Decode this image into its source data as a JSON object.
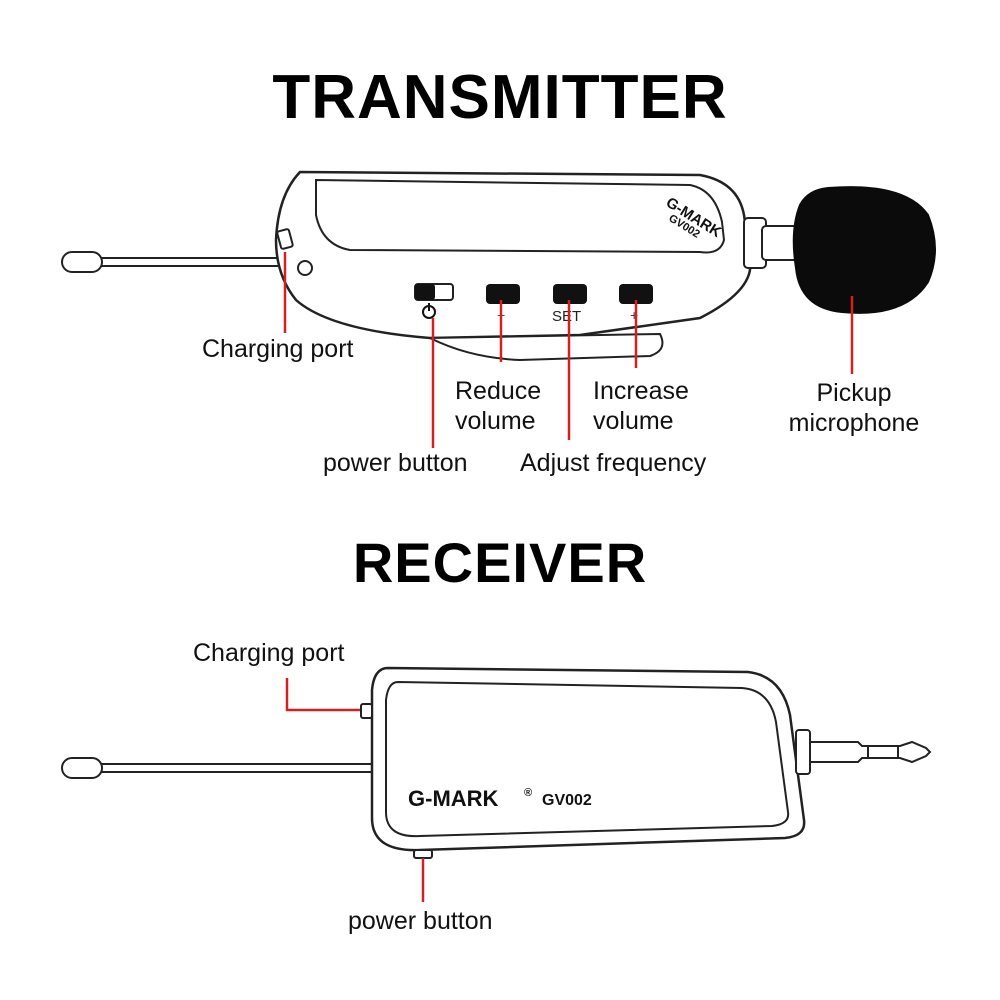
{
  "transmitter": {
    "title": "TRANSMITTER",
    "brand": "G-MARK",
    "model": "GV002",
    "button_marks": {
      "minus": "−",
      "set": "SET",
      "plus": "+"
    },
    "labels": {
      "charging_port": "Charging port",
      "reduce_volume": [
        "Reduce",
        "volume"
      ],
      "increase_volume": [
        "Increase",
        "volume"
      ],
      "pickup_microphone": [
        "Pickup",
        "microphone"
      ],
      "power_button": "power button",
      "adjust_frequency": "Adjust frequency"
    }
  },
  "receiver": {
    "title": "RECEIVER",
    "brand": "G-MARK",
    "brand_mark": "®",
    "model": "GV002",
    "labels": {
      "charging_port": "Charging port",
      "power_button": "power button"
    }
  },
  "colors": {
    "leader_line": "#d42020",
    "outline": "#222222",
    "microphone_foam": "#0b0b0b"
  }
}
